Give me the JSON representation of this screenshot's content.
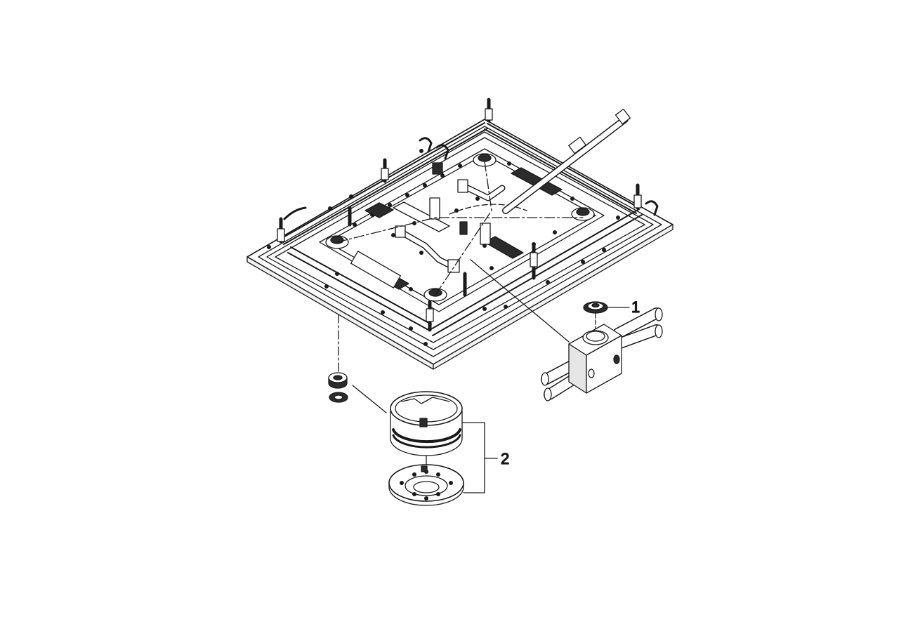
{
  "callouts": [
    {
      "id": "1",
      "label": "1"
    },
    {
      "id": "2",
      "label": "2"
    }
  ],
  "colors": {
    "line": "#1a1a1a",
    "fill": "#ffffff",
    "shade": "#d9d9d9",
    "dark": "#2b2b2b"
  }
}
